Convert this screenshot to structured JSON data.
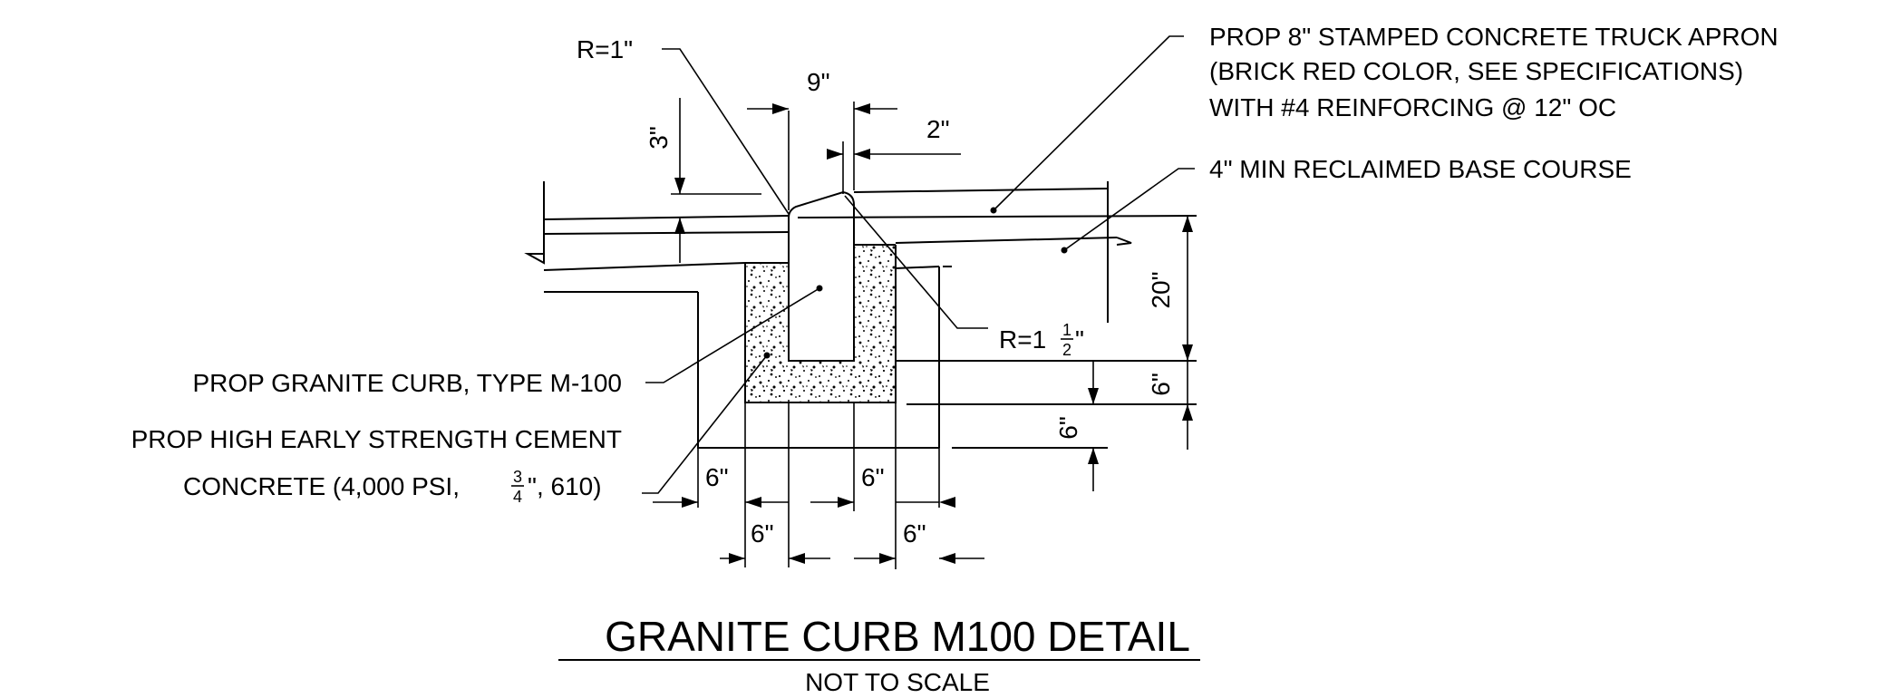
{
  "labels": {
    "r_top": "R=1\"",
    "r_side_main": "R=1",
    "r_side_num": "1",
    "r_side_den": "2",
    "r_side_unit": "\"",
    "apron_line1": "PROP 8\" STAMPED CONCRETE TRUCK APRON",
    "apron_line2": "(BRICK RED COLOR, SEE SPECIFICATIONS)",
    "apron_line3": "WITH #4 REINFORCING @ 12\" OC",
    "base_course": "4\" MIN RECLAIMED BASE COURSE",
    "curb": "PROP GRANITE CURB, TYPE M-100",
    "concrete_line1": "PROP HIGH EARLY STRENGTH CEMENT",
    "concrete_line2_a": "CONCRETE (4,000 PSI, ",
    "concrete_line2_num": "3",
    "concrete_line2_den": "4",
    "concrete_line2_b": "\", 610)"
  },
  "dimensions": {
    "top_width": "9\"",
    "reveal_right": "2\"",
    "rise": "3\"",
    "depth_total": "20\"",
    "bed_thickness": "6\"",
    "bed_below": "6\"",
    "left_outer": "6\"",
    "left_inner": "6\"",
    "right_inner": "6\"",
    "right_outer": "6\""
  },
  "title": {
    "main": "GRANITE CURB M100 DETAIL",
    "sub": "NOT TO SCALE"
  }
}
